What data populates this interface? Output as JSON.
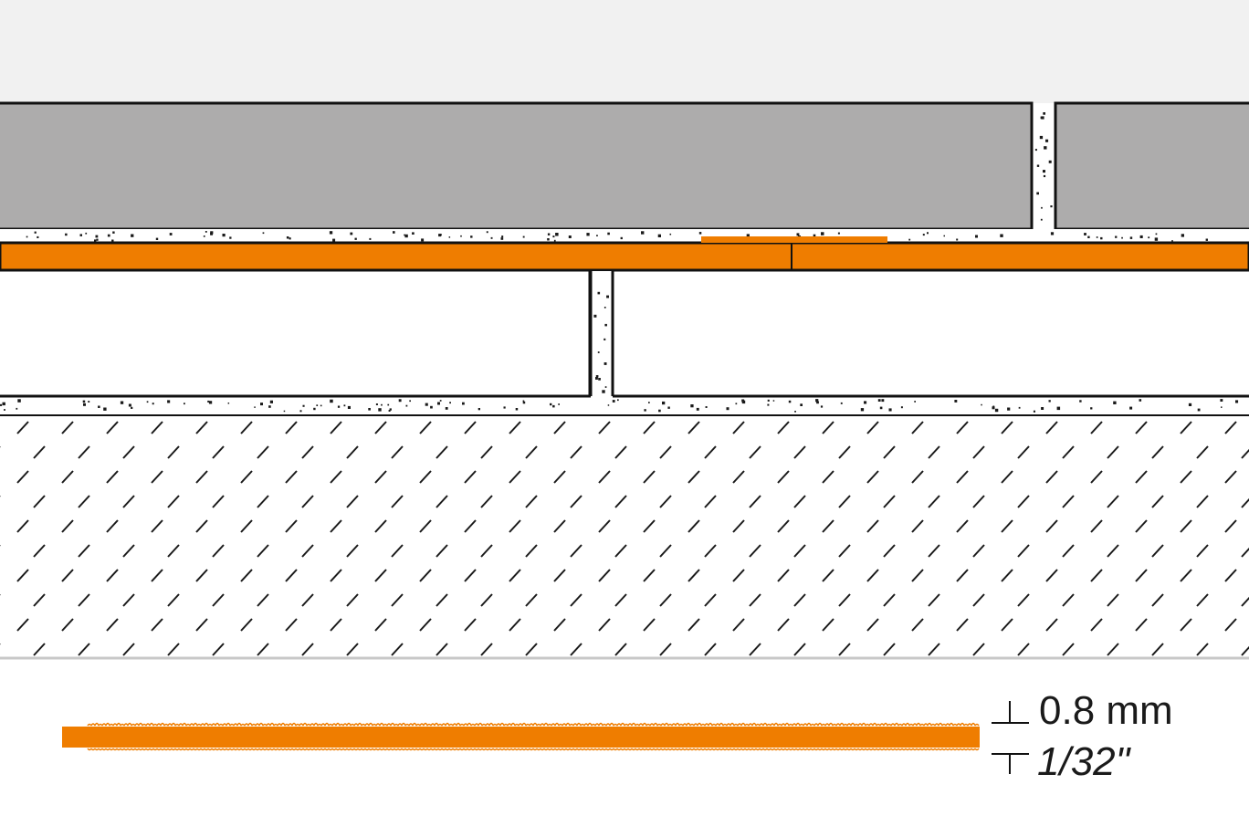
{
  "diagram": {
    "colors": {
      "background_top": "#f1f1f1",
      "tile": "#adacac",
      "membrane": "#ef7d00",
      "mortar_dots": "#1a1a1a",
      "substrate_hatch": "#1a1a1a",
      "outline": "#111111",
      "divider": "#c8c8c8"
    },
    "layers": [
      "background",
      "tile-row",
      "thinset-upper",
      "membrane",
      "lower-tile-row",
      "thinset-lower",
      "concrete-substrate"
    ],
    "thickness": {
      "metric": "0.8 mm",
      "imperial": "1/32\""
    }
  }
}
